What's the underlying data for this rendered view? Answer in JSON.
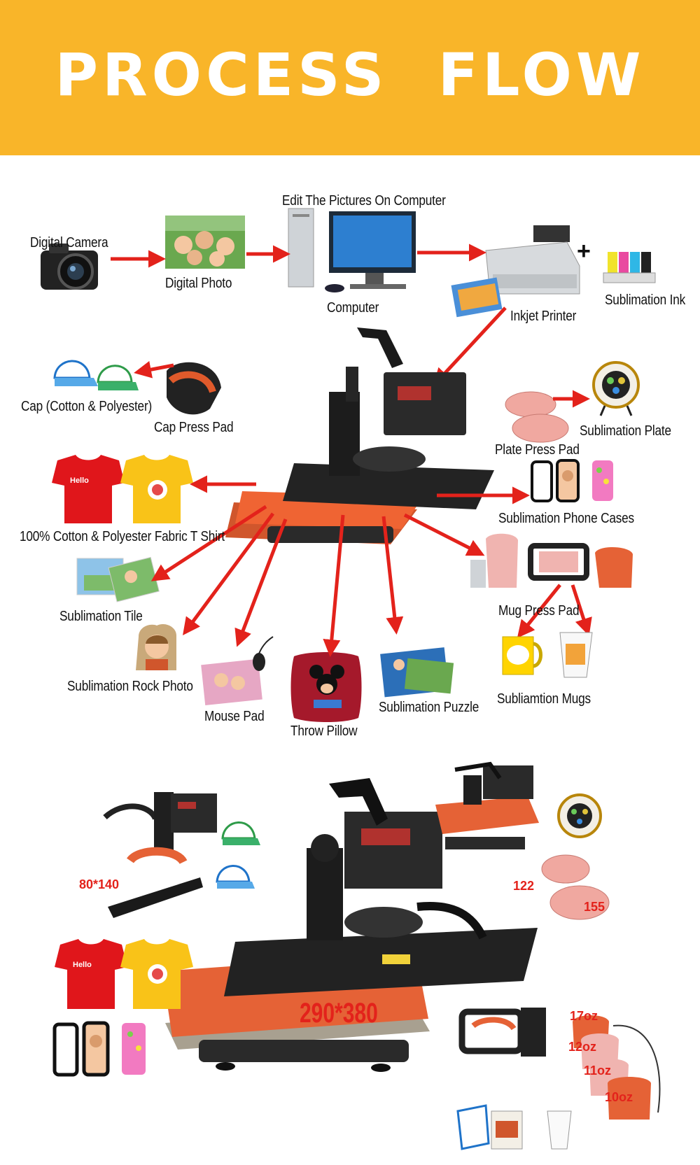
{
  "banner": {
    "title": "PROCESS   FLOW",
    "color": "#f9b529"
  },
  "colors": {
    "arrow": "#e3221b",
    "platen": "#e2572d",
    "machine": "#1e1e1e"
  },
  "flow": {
    "edit_caption": "Edit The Pictures On Computer",
    "digital_camera": "Digital Camera",
    "digital_photo": "Digital Photo",
    "computer": "Computer",
    "inkjet_printer": "Inkjet Printer",
    "sublimation_ink": "Sublimation Ink",
    "plus": "+",
    "cap": "Cap (Cotton & Polyester)",
    "cap_press_pad": "Cap Press Pad",
    "sublimation_plate": "Sublimation Plate",
    "plate_press_pad": "Plate Press Pad",
    "tshirt": "100% Cotton & Polyester Fabric T Shirt",
    "phone_cases": "Sublimation Phone Cases",
    "tile": "Sublimation Tile",
    "mug_press_pad": "Mug Press Pad",
    "rock_photo": "Sublimation Rock Photo",
    "mouse_pad": "Mouse Pad",
    "throw_pillow": "Throw Pillow",
    "puzzle": "Sublimation Puzzle",
    "mugs": "Subliamtion Mugs"
  },
  "specs": {
    "cap_size": "80*140",
    "plate_small": "122",
    "plate_large": "155",
    "platen_size": "290*380",
    "mug_17": "17oz",
    "mug_12": "12oz",
    "mug_11": "11oz",
    "mug_10": "10oz"
  },
  "icons": [
    "camera-icon",
    "photo-icon",
    "computer-icon",
    "printer-icon",
    "ink-icon",
    "heat-press-icon",
    "cap-icon",
    "plate-icon",
    "tshirt-icon",
    "phone-case-icon",
    "tile-icon",
    "mug-icon",
    "rock-photo-icon",
    "mouse-pad-icon",
    "pillow-icon",
    "puzzle-icon"
  ]
}
